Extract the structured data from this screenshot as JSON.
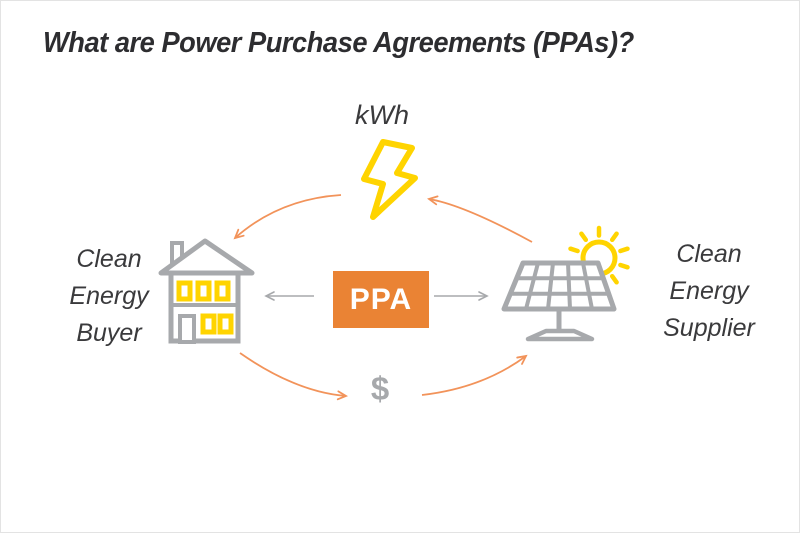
{
  "title": "What are Power Purchase Agreements (PPAs)?",
  "diagram": {
    "kwh_label": "kWh",
    "dollar_label": "$",
    "ppa_label": "PPA",
    "buyer_label": "Clean\nEnergy\nBuyer",
    "supplier_label": "Clean\nEnergy\nSupplier",
    "flows": [
      {
        "from": "Clean Energy Supplier",
        "to": "Clean Energy Buyer",
        "label": "kWh"
      },
      {
        "from": "Clean Energy Buyer",
        "to": "Clean Energy Supplier",
        "label": "$"
      },
      {
        "from": "PPA",
        "to": "Clean Energy Buyer",
        "label": ""
      },
      {
        "from": "PPA",
        "to": "Clean Energy Supplier",
        "label": ""
      }
    ],
    "icons": {
      "energy": "lightning-bolt-icon",
      "buyer": "house-icon",
      "supplier": "solar-panel-icon",
      "sun": "sun-icon"
    }
  },
  "colors": {
    "background": "#FFFFFF",
    "title_text": "#2D2D30",
    "label_text": "#3A3A3C",
    "orange_box": "#EA8334",
    "orange_arrow": "#F2935A",
    "yellow": "#FFD400",
    "gray_icon": "#A7A9AC",
    "ppa_text": "#FFFFFF"
  }
}
